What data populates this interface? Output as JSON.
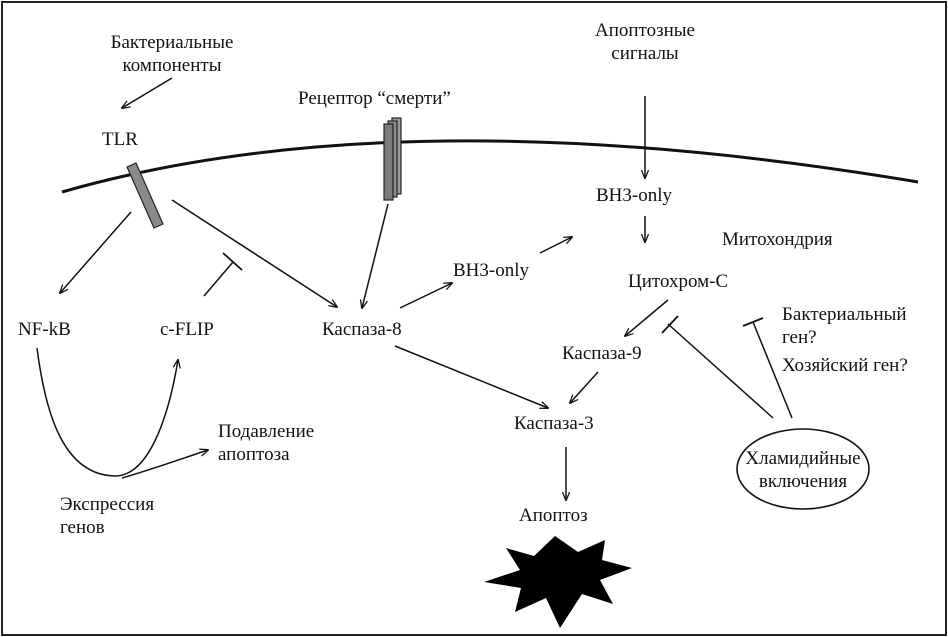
{
  "labels": {
    "bacterial_components": [
      "Бактериальные",
      "компоненты"
    ],
    "tlr": "TLR",
    "death_receptor": "Рецептор “смерти”",
    "apoptotic_signals": [
      "Апоптозные",
      "сигналы"
    ],
    "bh3_only_top": "BH3-only",
    "mitochondria": "Митохондрия",
    "bh3_only_mid": "BH3-only",
    "cytochrome_c": "Цитохром-С",
    "nfkb": "NF-kB",
    "cflip": "c-FLIP",
    "caspase8": "Каспаза-8",
    "caspase9": "Каспаза-9",
    "bacterial_gene": [
      "Бактериальный",
      "ген?"
    ],
    "host_gene": "Хозяйский ген?",
    "apoptosis_suppression": [
      "Подавление",
      "апоптоза"
    ],
    "caspase3": "Каспаза-3",
    "gene_expression": [
      "Экспрессия",
      "генов"
    ],
    "apoptosis": "Апоптоз",
    "chlamydial_inclusions": [
      "Хламидийные",
      "включения"
    ]
  },
  "colors": {
    "ink": "#111111",
    "receptor_fill": "#8a8a8a",
    "burst": "#000000",
    "frame": "#222222"
  }
}
